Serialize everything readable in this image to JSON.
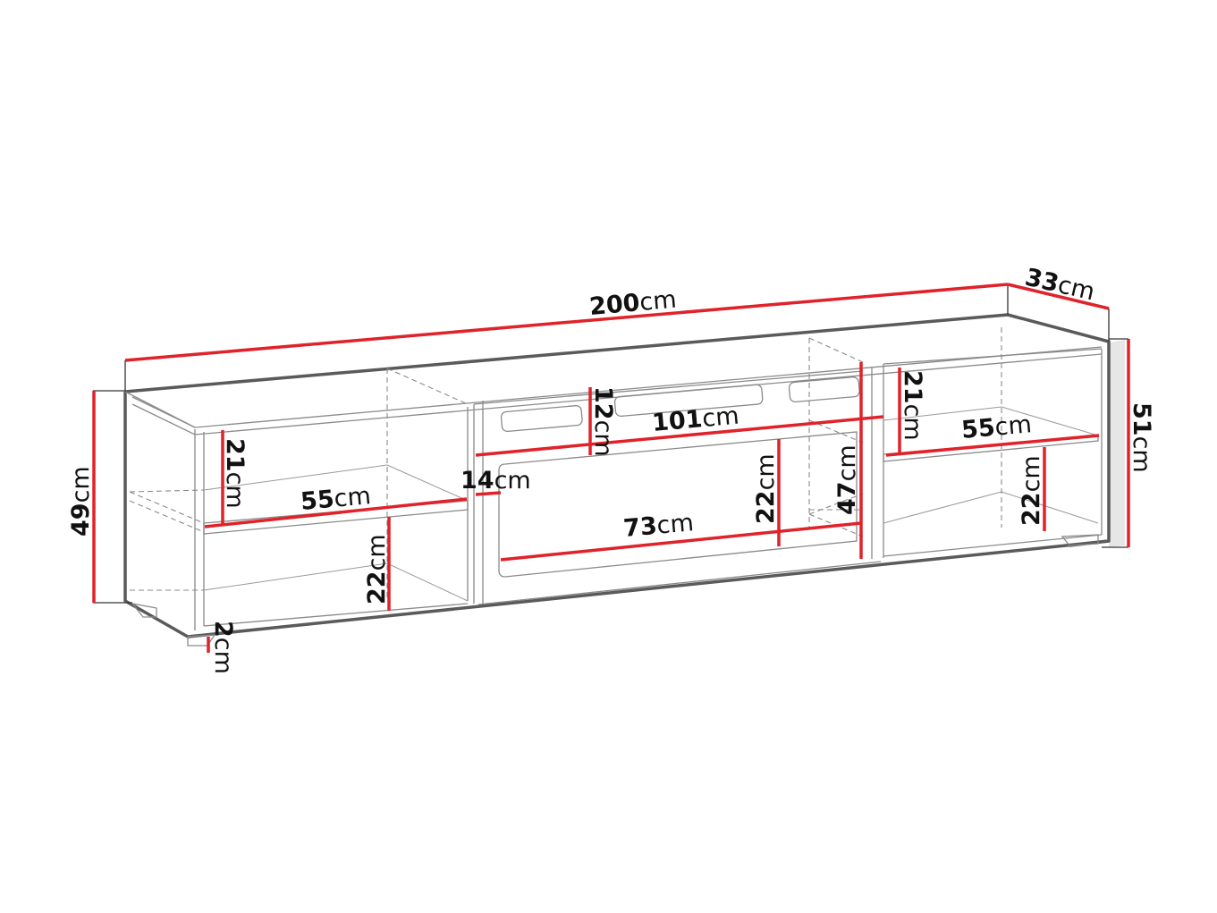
{
  "diagram": {
    "subject": "TV cabinet dimension drawing",
    "dimension_color": "#e0222a",
    "outline_color": "#5a5a5a",
    "unit": "cm",
    "dimensions": {
      "overall_width": {
        "value": "200",
        "unit": "cm"
      },
      "overall_depth": {
        "value": "33",
        "unit": "cm"
      },
      "overall_height": {
        "value": "51",
        "unit": "cm"
      },
      "body_height": {
        "value": "49",
        "unit": "cm"
      },
      "leg_height": {
        "value": "2",
        "unit": "cm"
      },
      "left_upper_shelf_height": {
        "value": "21",
        "unit": "cm"
      },
      "left_shelf_width": {
        "value": "55",
        "unit": "cm"
      },
      "left_lower_shelf_height": {
        "value": "22",
        "unit": "cm"
      },
      "center_top_panel_height": {
        "value": "12",
        "unit": "cm"
      },
      "center_width": {
        "value": "101",
        "unit": "cm"
      },
      "center_gap_height": {
        "value": "14",
        "unit": "cm"
      },
      "center_opening_width": {
        "value": "73",
        "unit": "cm"
      },
      "center_opening_height": {
        "value": "22",
        "unit": "cm"
      },
      "center_total_height": {
        "value": "47",
        "unit": "cm"
      },
      "right_upper_shelf_height": {
        "value": "21",
        "unit": "cm"
      },
      "right_shelf_width": {
        "value": "55",
        "unit": "cm"
      },
      "right_lower_shelf_height": {
        "value": "22",
        "unit": "cm"
      }
    }
  }
}
